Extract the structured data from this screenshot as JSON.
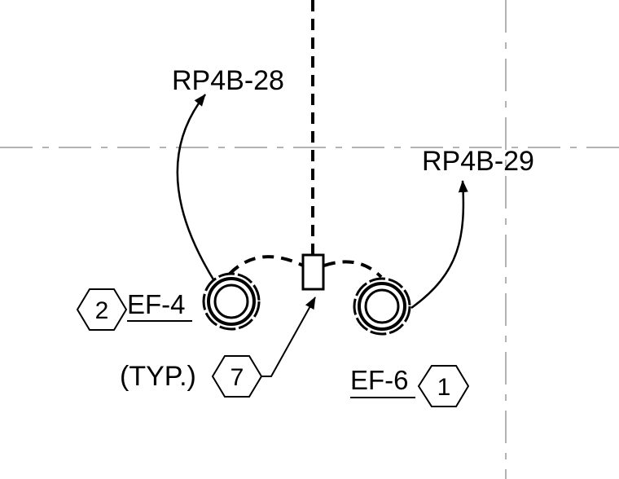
{
  "circuits": {
    "left": "RP4B-28",
    "right": "RP4B-29"
  },
  "fans": {
    "left": {
      "tag": "EF-4",
      "keynote": "2"
    },
    "right": {
      "tag": "EF-6",
      "keynote": "1"
    }
  },
  "switch_note": {
    "prefix": "(TYP.)",
    "keynote": "7"
  },
  "colors": {
    "line": "#000000",
    "gridline": "#9a9a9a",
    "background": "#ffffff"
  }
}
